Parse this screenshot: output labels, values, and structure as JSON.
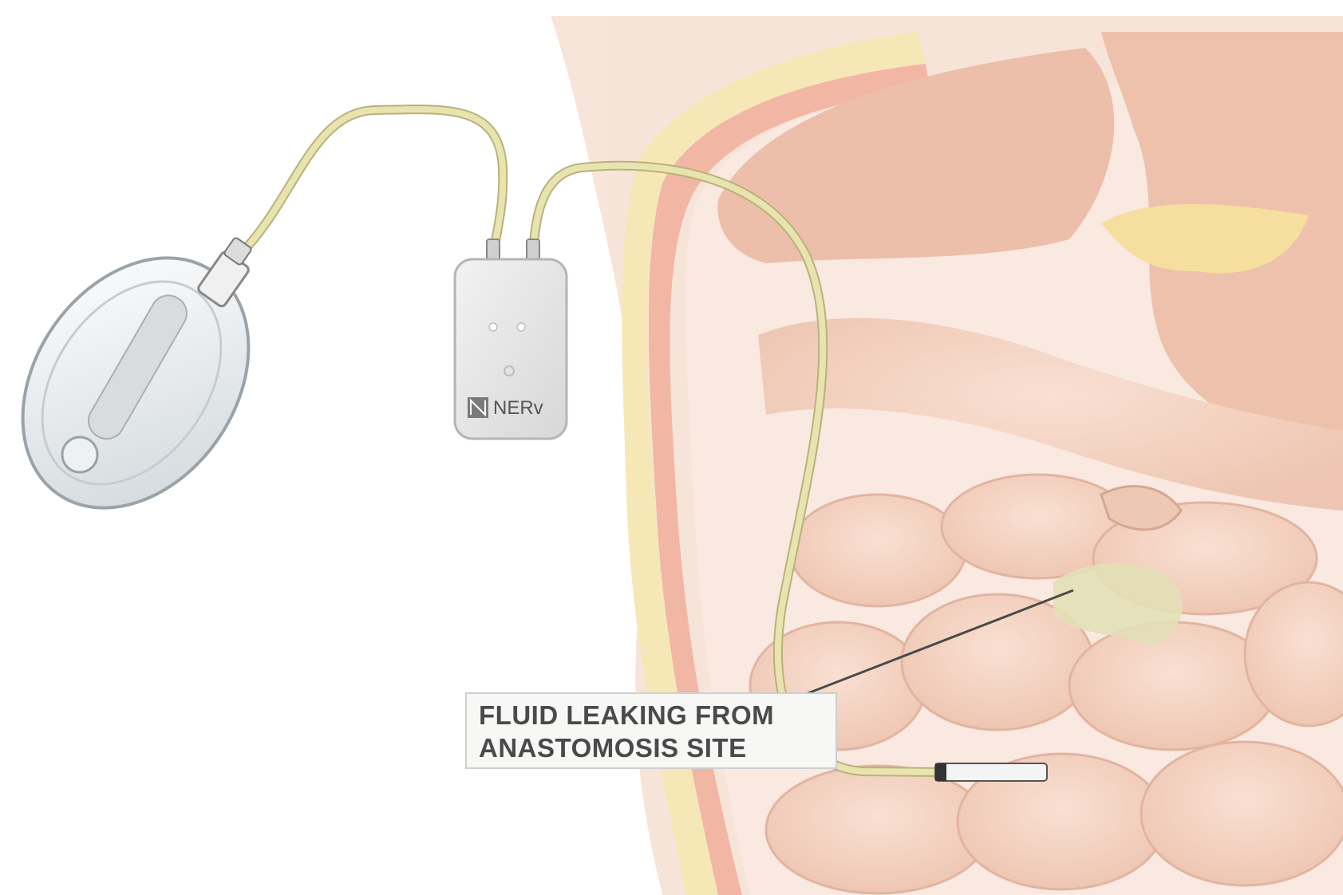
{
  "device": {
    "brand": "NERv"
  },
  "callout": {
    "line1": "FLUID LEAKING FROM",
    "line2": "ANASTOMOSIS SITE"
  },
  "colors": {
    "tubing": "#e8e4b0",
    "tubing_outline": "#b9b27a",
    "skin": "#f3d6c2",
    "intestine": "#efc0a8",
    "fat": "#f4e4a8",
    "device_body": "#e6e6e6",
    "fluid": "#d9d6a0"
  }
}
